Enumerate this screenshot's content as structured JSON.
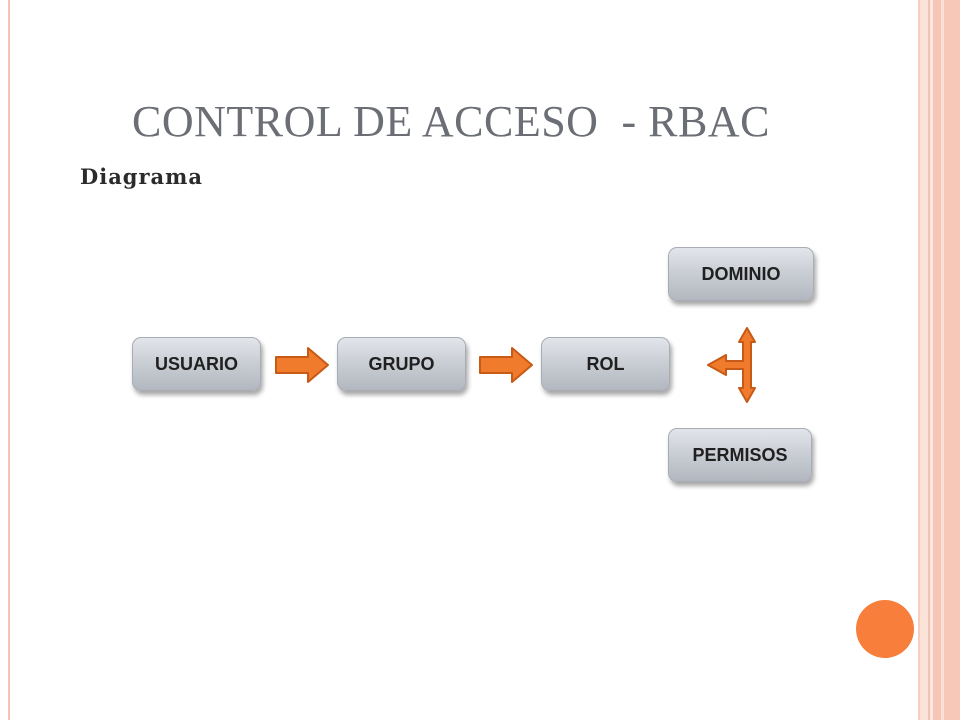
{
  "slide": {
    "title": "CONTROL DE ACCESO  - RBAC",
    "subtitle": "Diagrama"
  },
  "diagram": {
    "nodes": {
      "usuario": "USUARIO",
      "grupo": "GRUPO",
      "rol": "ROL",
      "dominio": "DOMINIO",
      "permisos": "PERMISOS"
    },
    "edges": [
      {
        "from": "usuario",
        "to": "grupo"
      },
      {
        "from": "grupo",
        "to": "rol"
      },
      {
        "from": "dominio",
        "to": "rol"
      },
      {
        "from": "dominio",
        "to": "permisos"
      }
    ]
  },
  "colors": {
    "accent": "#f77e3b",
    "arrow_fill": "#f07b2c",
    "arrow_stroke": "#c75a16",
    "title_text": "#6b6e74",
    "node_fill": "#c6cad1",
    "border_pink": "#f5c2b3"
  }
}
